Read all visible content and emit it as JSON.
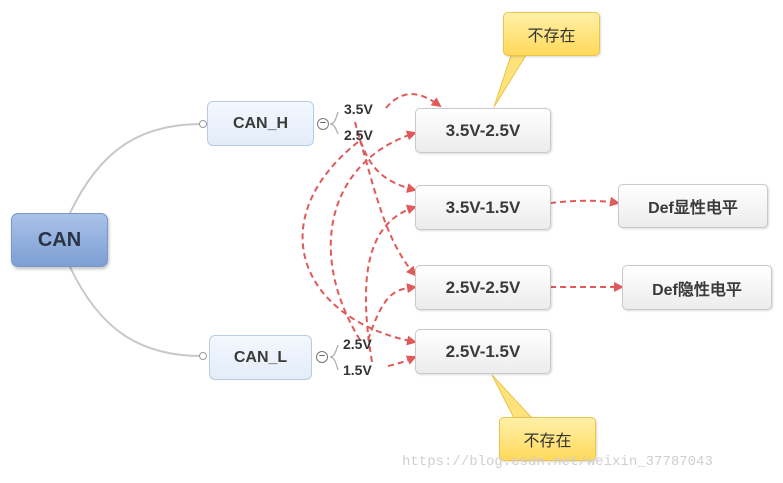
{
  "root": {
    "label": "CAN"
  },
  "can_h": {
    "label": "CAN_H",
    "levels": [
      "3.5V",
      "2.5V"
    ]
  },
  "can_l": {
    "label": "CAN_L",
    "levels": [
      "2.5V",
      "1.5V"
    ]
  },
  "combos": [
    "3.5V-2.5V",
    "3.5V-1.5V",
    "2.5V-2.5V",
    "2.5V-1.5V"
  ],
  "results": {
    "dominant": "Def显性电平",
    "recessive": "Def隐性电平"
  },
  "callouts": {
    "top": "不存在",
    "bottom": "不存在"
  },
  "collapse_symbol": "−",
  "watermark": "https://blog.csdn.net/weixin_37787043",
  "colors": {
    "arrow": "#e05a5a",
    "connector": "#c8c8c8",
    "callout_fill": "#ffe27a",
    "callout_border": "#e8c44a"
  }
}
